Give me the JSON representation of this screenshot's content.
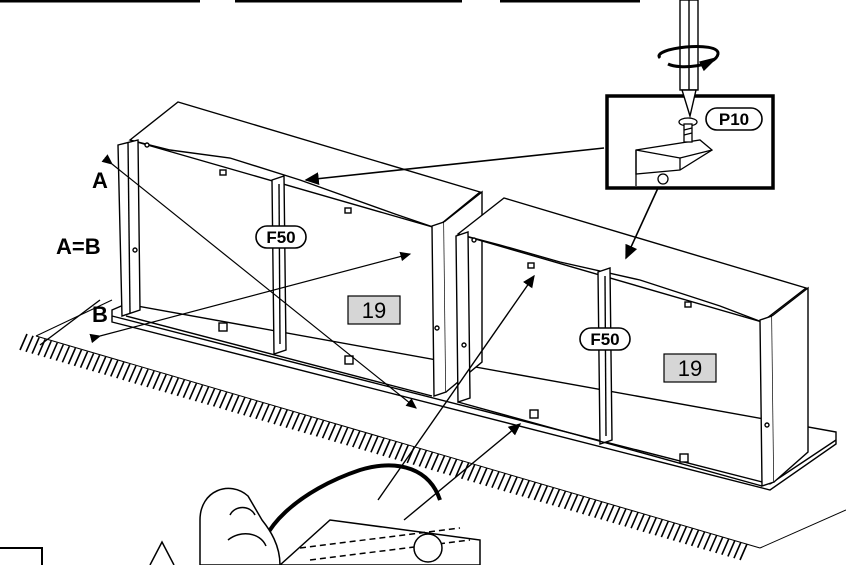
{
  "labels": {
    "corner_a": "A",
    "corner_b": "B",
    "diagonal_rule": "A=B"
  },
  "parts": {
    "screw": "P10",
    "bracket_left": "F50",
    "bracket_right": "F50",
    "panel_left": "19",
    "panel_right": "19"
  },
  "colors": {
    "line": "#000000",
    "panel_badge": "#d6d6d6",
    "background": "#ffffff"
  },
  "icons": {
    "rotation": "screwdriver-rotate-icon",
    "hand": "hand-with-tape-icon"
  }
}
